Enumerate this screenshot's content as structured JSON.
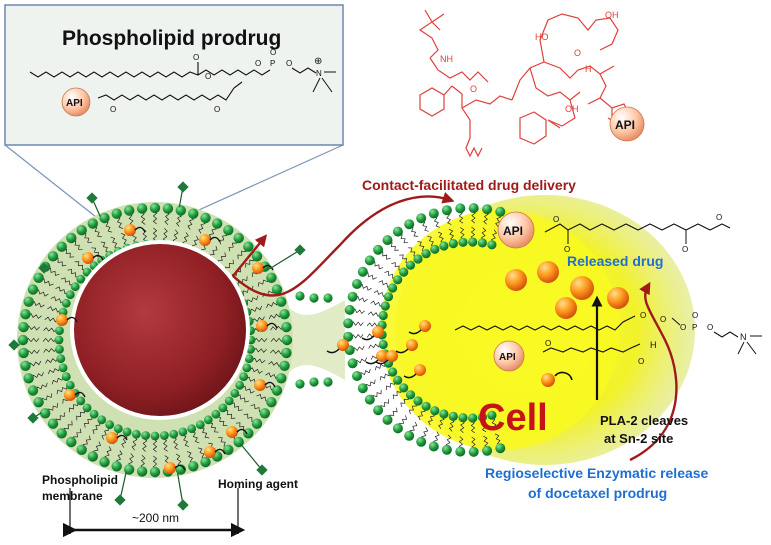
{
  "inset": {
    "title": "Phospholipid prodrug",
    "api_label": "API",
    "charge": "⊕",
    "n_label": "N"
  },
  "drug_structure": {
    "api_label": "API",
    "labels": {
      "nh": "NH",
      "oh1": "HO",
      "oh2": "OH",
      "h1": "H",
      "oh3": "OH",
      "o1": "O",
      "o2": "O"
    }
  },
  "labels": {
    "contact_delivery": "Contact-facilitated drug delivery",
    "released_drug": "Released drug",
    "cell": "Cell",
    "pla2_line1": "PLA-2 cleaves",
    "pla2_line2": "at Sn-2 site",
    "regio_line1": "Regioselective Enzymatic release",
    "regio_line2": "of docetaxel prodrug",
    "membrane_line1": "Phospholipid",
    "membrane_line2": "membrane",
    "homing_agent": "Homing agent",
    "size": "~200 nm",
    "api_cell": "API",
    "api_lower": "API",
    "lower_h": "H",
    "lower_n": "N"
  },
  "colors": {
    "core": "#8e1f24",
    "headgroup": "#1e9a3c",
    "cell": "#f5f51c",
    "arrow": "#a11a1a",
    "blue_text": "#1f6fd1",
    "red_structure": "#e0403a"
  }
}
